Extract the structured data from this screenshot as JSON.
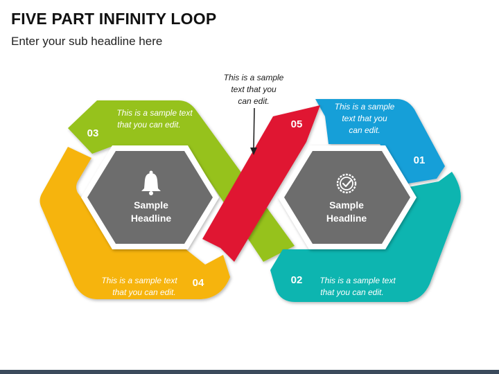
{
  "title": "FIVE PART INFINITY LOOP",
  "subtitle": "Enter your sub headline here",
  "colors": {
    "green": "#96c21a",
    "orange": "#f6b40c",
    "red": "#e01433",
    "blue": "#159fd8",
    "teal": "#07b5b0",
    "hex_gray": "#6d6d6d"
  },
  "callout": {
    "lines": [
      "This is a sample",
      "text that you",
      "can edit."
    ]
  },
  "segments": [
    {
      "number": "01",
      "color": "blue",
      "lines": [
        "This is a sample",
        "text that you",
        "can edit."
      ]
    },
    {
      "number": "02",
      "color": "teal",
      "lines": [
        "This is a sample text",
        "that you can edit."
      ]
    },
    {
      "number": "03",
      "color": "green",
      "lines": [
        "This is a sample text",
        "that you can edit."
      ]
    },
    {
      "number": "04",
      "color": "orange",
      "lines": [
        "This is a sample text",
        "that you can edit."
      ]
    },
    {
      "number": "05",
      "color": "red",
      "lines": []
    }
  ],
  "hexagons": [
    {
      "title_lines": [
        "Sample",
        "Headline"
      ],
      "icon": "bell-icon"
    },
    {
      "title_lines": [
        "Sample",
        "Headline"
      ],
      "icon": "badge-check-icon"
    }
  ]
}
